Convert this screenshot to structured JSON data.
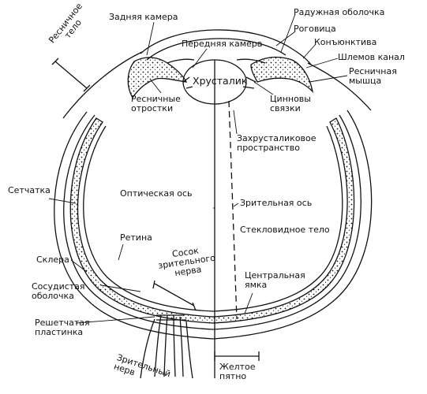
{
  "labels": {
    "rear_chamber": "Задняя камера",
    "iris": "Радужная оболочка",
    "cornea": "Роговица",
    "conjunctiva": "Конъюнктива",
    "schlemm_canal": "Шлемов канал",
    "ciliary_muscle": "Ресничная\nмышца",
    "ciliary_body": "Ресничное\nтело",
    "front_chamber": "Передняя камера",
    "lens": "Хрусталик",
    "ciliary_processes": "Ресничные\nотростки",
    "zinn_ligaments": "Цинновы\nсвязки",
    "retrolental_space": "Захрусталиковое\nпространство",
    "retina_top": "Сетчатка",
    "optical_axis": "Оптическая ось",
    "visual_axis": "Зрительная ось",
    "vitreous_body": "Стекловидное тело",
    "retina_inner": "Ретина",
    "sclera": "Склера",
    "optic_disc": "Сосок\nзрительного\nнерва",
    "choroid": "Сосудистая\nоболочка",
    "central_fovea": "Центральная\nямка",
    "cribriform_plate": "Решетчатая\nпластинка",
    "optic_nerve": "Зрительный\nнерв",
    "macula": "Желтое\nпятно"
  },
  "colors": {
    "stroke": "#111111",
    "background": "#ffffff"
  }
}
